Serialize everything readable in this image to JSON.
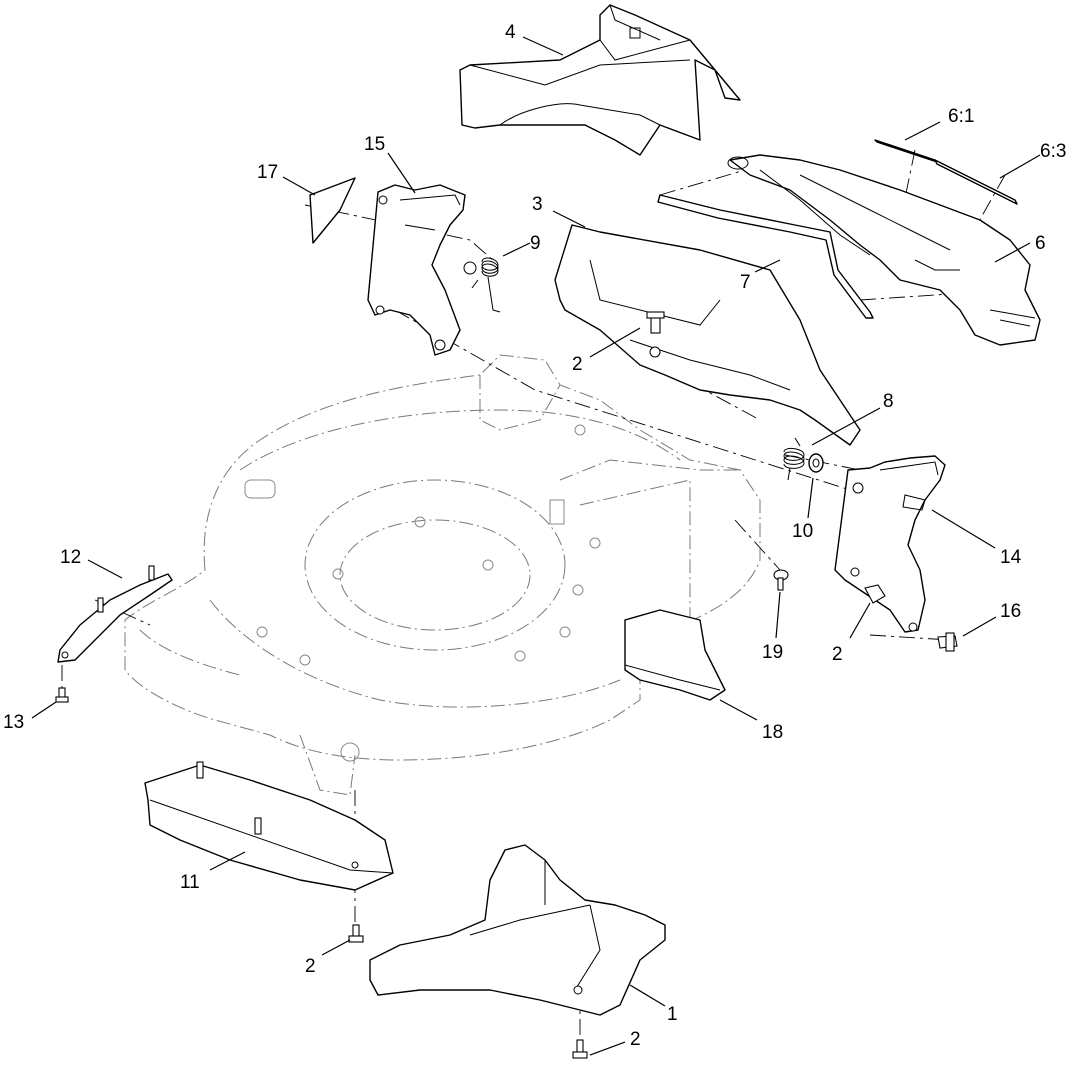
{
  "callouts": [
    {
      "id": "c4",
      "text": "4"
    },
    {
      "id": "c61",
      "text": "6:1"
    },
    {
      "id": "c63",
      "text": "6:3"
    },
    {
      "id": "c15",
      "text": "15"
    },
    {
      "id": "c17",
      "text": "17"
    },
    {
      "id": "c3",
      "text": "3"
    },
    {
      "id": "c9",
      "text": "9"
    },
    {
      "id": "c7",
      "text": "7"
    },
    {
      "id": "c6",
      "text": "6"
    },
    {
      "id": "c2a",
      "text": "2"
    },
    {
      "id": "c8",
      "text": "8"
    },
    {
      "id": "c10",
      "text": "10"
    },
    {
      "id": "c14",
      "text": "14"
    },
    {
      "id": "c12",
      "text": "12"
    },
    {
      "id": "c16",
      "text": "16"
    },
    {
      "id": "c2b",
      "text": "2"
    },
    {
      "id": "c19",
      "text": "19"
    },
    {
      "id": "c13",
      "text": "13"
    },
    {
      "id": "c18",
      "text": "18"
    },
    {
      "id": "c11",
      "text": "11"
    },
    {
      "id": "c2c",
      "text": "2"
    },
    {
      "id": "c1",
      "text": "1"
    },
    {
      "id": "c2d",
      "text": "2"
    }
  ]
}
